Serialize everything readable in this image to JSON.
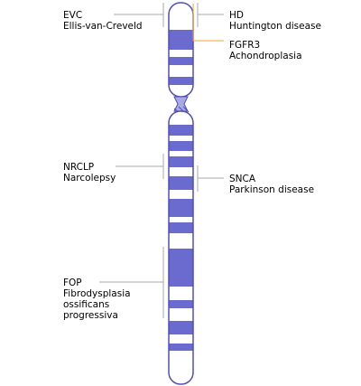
{
  "chromosome": {
    "band_color": "#6b6bcf",
    "outline_color": "#5151a8",
    "gap_color": "#ffffff",
    "centromere_color": "#a9a9e8"
  },
  "leader_line_color": "#aaaaaa",
  "highlight_line_color": "#f0a030",
  "annotations": [
    {
      "id": "evc",
      "gene": "EVC",
      "disease": [
        "Ellis-van-Creveld"
      ]
    },
    {
      "id": "nrclp",
      "gene": "NRCLP",
      "disease": [
        "Narcolepsy"
      ]
    },
    {
      "id": "fop",
      "gene": "FOP",
      "disease": [
        "Fibrodysplasia",
        "ossificans",
        "progressiva"
      ]
    },
    {
      "id": "hd",
      "gene": "HD",
      "disease": [
        "Huntington disease"
      ]
    },
    {
      "id": "fgfr3",
      "gene": "FGFR3",
      "disease": [
        "Achondroplasia"
      ]
    },
    {
      "id": "snca",
      "gene": "SNCA",
      "disease": [
        "Parkinson disease"
      ]
    }
  ]
}
